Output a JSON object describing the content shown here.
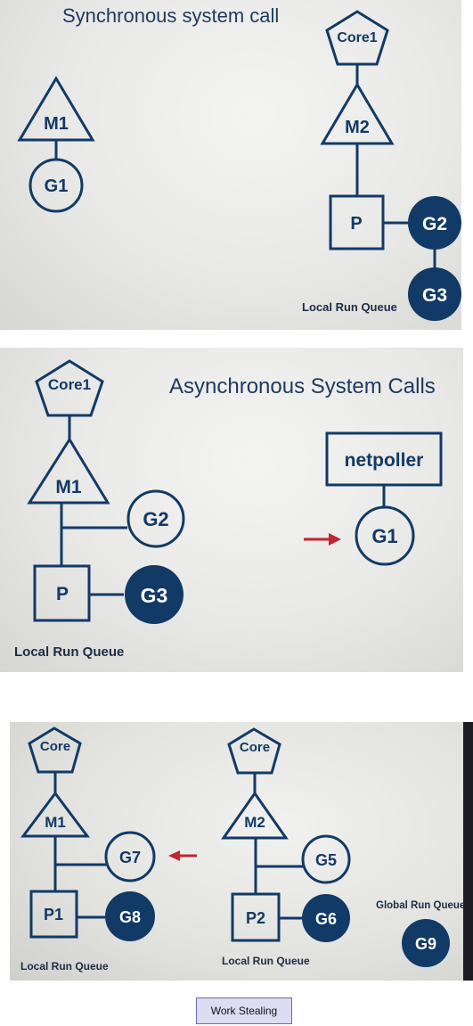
{
  "panel1": {
    "title": "Synchronous system call",
    "core": "Core1",
    "m1": "M1",
    "g1": "G1",
    "m2": "M2",
    "p": "P",
    "g2": "G2",
    "g3": "G3",
    "queue_label": "Local Run Queue"
  },
  "panel2": {
    "title": "Asynchronous System Calls",
    "core": "Core1",
    "m1": "M1",
    "g2": "G2",
    "p": "P",
    "g3": "G3",
    "netpoller": "netpoller",
    "g1": "G1",
    "queue_label": "Local Run Queue"
  },
  "panel3": {
    "core_left": "Core",
    "core_right": "Core",
    "m1": "M1",
    "g7": "G7",
    "p1": "P1",
    "g8": "G8",
    "m2": "M2",
    "g5": "G5",
    "p2": "P2",
    "g6": "G6",
    "g9": "G9",
    "queue_label_left": "Local Run Queue",
    "queue_label_right": "Local Run Queue",
    "global_queue_label": "Global Run Queue"
  },
  "caption": "Work Stealing",
  "colors": {
    "navy": "#123a66",
    "arrow": "#c0262b"
  }
}
